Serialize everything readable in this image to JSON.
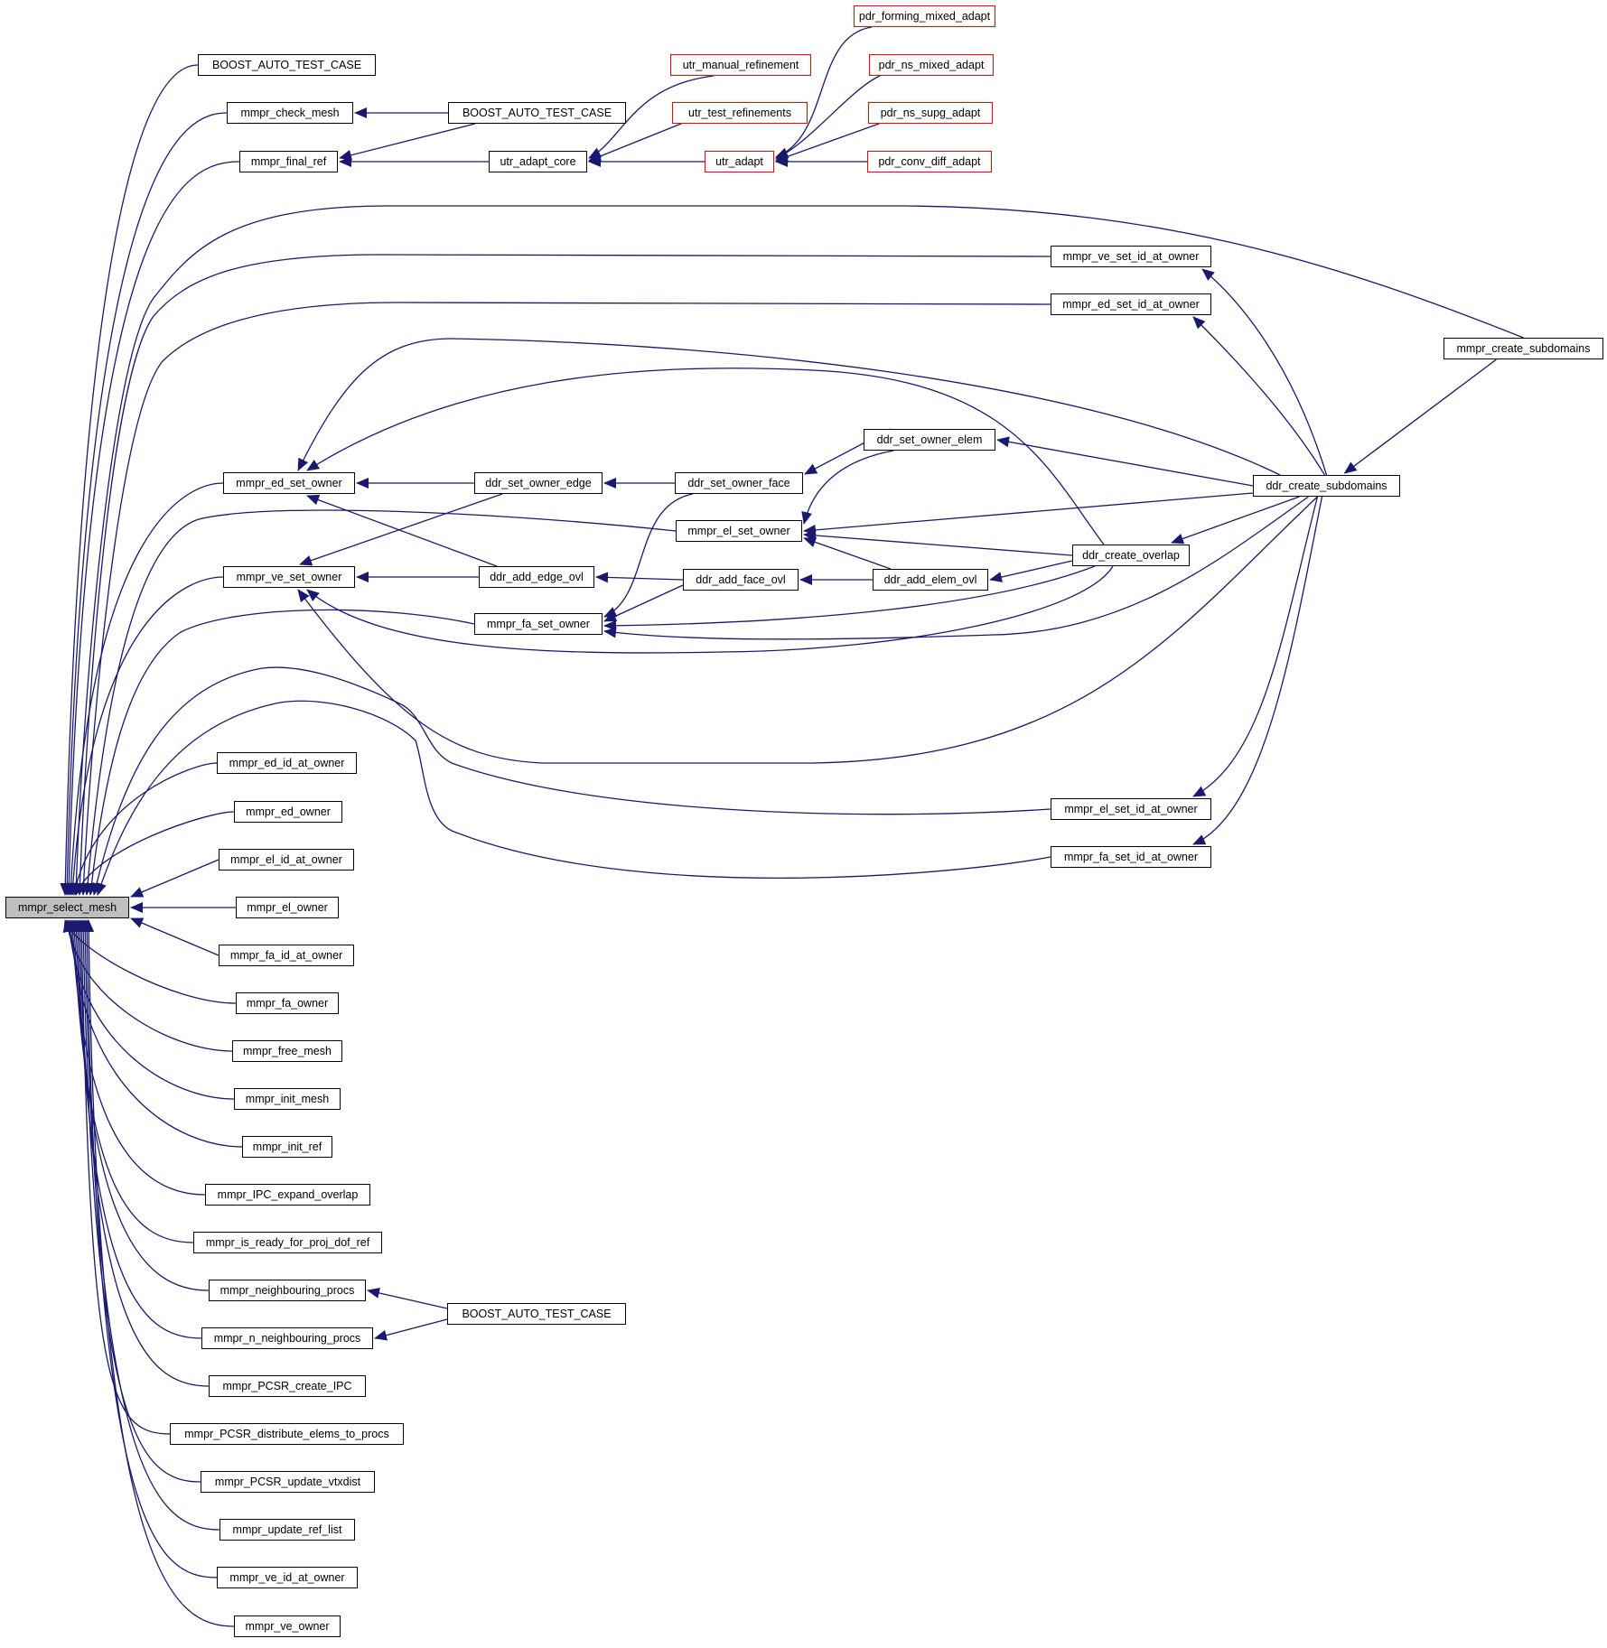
{
  "colors": {
    "edge": "#191970",
    "node_border": "#000000",
    "node_border_truncated": "#ff0000",
    "root_fill": "#bfbfbf",
    "node_fill": "#ffffff"
  },
  "nodes": [
    {
      "id": "root",
      "label": "mmpr_select_mesh",
      "style": "root"
    },
    {
      "id": "bat1",
      "label": "BOOST_AUTO_TEST_CASE"
    },
    {
      "id": "check",
      "label": "mmpr_check_mesh"
    },
    {
      "id": "bat2",
      "label": "BOOST_AUTO_TEST_CASE"
    },
    {
      "id": "final",
      "label": "mmpr_final_ref"
    },
    {
      "id": "utrcore",
      "label": "utr_adapt_core"
    },
    {
      "id": "utrman",
      "label": "utr_manual_refinement",
      "style": "red"
    },
    {
      "id": "utrtest",
      "label": "utr_test_refinements",
      "style": "red"
    },
    {
      "id": "utradapt",
      "label": "utr_adapt",
      "style": "red"
    },
    {
      "id": "pdrform",
      "label": "pdr_forming_mixed_adapt",
      "style": "red"
    },
    {
      "id": "pdrns",
      "label": "pdr_ns_mixed_adapt",
      "style": "red"
    },
    {
      "id": "pdrsupg",
      "label": "pdr_ns_supg_adapt",
      "style": "red"
    },
    {
      "id": "pdrconv",
      "label": "pdr_conv_diff_adapt",
      "style": "red"
    },
    {
      "id": "vesetid",
      "label": "mmpr_ve_set_id_at_owner"
    },
    {
      "id": "edsetid",
      "label": "mmpr_ed_set_id_at_owner"
    },
    {
      "id": "mmprcs",
      "label": "mmpr_create_subdomains"
    },
    {
      "id": "edset",
      "label": "mmpr_ed_set_owner"
    },
    {
      "id": "ddredge",
      "label": "ddr_set_owner_edge"
    },
    {
      "id": "ddrface",
      "label": "ddr_set_owner_face"
    },
    {
      "id": "ddrelem",
      "label": "ddr_set_owner_elem"
    },
    {
      "id": "ddrcs",
      "label": "ddr_create_subdomains"
    },
    {
      "id": "elset",
      "label": "mmpr_el_set_owner"
    },
    {
      "id": "ddrov",
      "label": "ddr_create_overlap"
    },
    {
      "id": "veset",
      "label": "mmpr_ve_set_owner"
    },
    {
      "id": "ddraddedge",
      "label": "ddr_add_edge_ovl"
    },
    {
      "id": "ddraddface",
      "label": "ddr_add_face_ovl"
    },
    {
      "id": "ddraddelem",
      "label": "ddr_add_elem_ovl"
    },
    {
      "id": "faset",
      "label": "mmpr_fa_set_owner"
    },
    {
      "id": "edid",
      "label": "mmpr_ed_id_at_owner"
    },
    {
      "id": "elsetid",
      "label": "mmpr_el_set_id_at_owner"
    },
    {
      "id": "edown",
      "label": "mmpr_ed_owner"
    },
    {
      "id": "fasetid",
      "label": "mmpr_fa_set_id_at_owner"
    },
    {
      "id": "elid",
      "label": "mmpr_el_id_at_owner"
    },
    {
      "id": "elown",
      "label": "mmpr_el_owner"
    },
    {
      "id": "faid",
      "label": "mmpr_fa_id_at_owner"
    },
    {
      "id": "faown",
      "label": "mmpr_fa_owner"
    },
    {
      "id": "free",
      "label": "mmpr_free_mesh"
    },
    {
      "id": "initmesh",
      "label": "mmpr_init_mesh"
    },
    {
      "id": "initref",
      "label": "mmpr_init_ref"
    },
    {
      "id": "ipc",
      "label": "mmpr_IPC_expand_overlap"
    },
    {
      "id": "isready",
      "label": "mmpr_is_ready_for_proj_dof_ref"
    },
    {
      "id": "neigh",
      "label": "mmpr_neighbouring_procs"
    },
    {
      "id": "bat3",
      "label": "BOOST_AUTO_TEST_CASE"
    },
    {
      "id": "nneigh",
      "label": "mmpr_n_neighbouring_procs"
    },
    {
      "id": "pcsrc",
      "label": "mmpr_PCSR_create_IPC"
    },
    {
      "id": "pcsrd",
      "label": "mmpr_PCSR_distribute_elems_to_procs"
    },
    {
      "id": "pcsru",
      "label": "mmpr_PCSR_update_vtxdist"
    },
    {
      "id": "updref",
      "label": "mmpr_update_ref_list"
    },
    {
      "id": "veid",
      "label": "mmpr_ve_id_at_owner"
    },
    {
      "id": "veown",
      "label": "mmpr_ve_owner"
    }
  ]
}
